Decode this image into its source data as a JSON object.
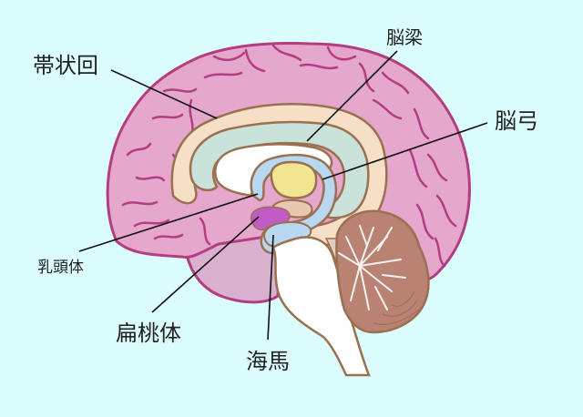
{
  "diagram": {
    "title": "",
    "type": "anatomical-illustration",
    "subject": "sagittal section of human brain (limbic system)",
    "background_color": "#dcfdfd",
    "colors": {
      "cerebrum_fill": "#e6a7cc",
      "cerebrum_stroke": "#b33d83",
      "temporal_fill": "#dab0cf",
      "cingulate_fill": "#f5dfc7",
      "region_stroke": "#9a7050",
      "corpus_callosum_fill": "#c9e3da",
      "fornix_fill": "#b8d8f2",
      "thalamus_fill": "#f2e592",
      "amygdala_fill": "#c05cc4",
      "cerebellum_fill": "#b98272",
      "brainstem_fill": "#ffffff",
      "leader_line": "#111111"
    },
    "labels": [
      {
        "id": "cingulate-gyrus",
        "text": "帯状回"
      },
      {
        "id": "corpus-callosum",
        "text": "脳梁"
      },
      {
        "id": "fornix",
        "text": "脳弓"
      },
      {
        "id": "mammillary-body",
        "text": "乳頭体"
      },
      {
        "id": "amygdala",
        "text": "扁桃体"
      },
      {
        "id": "hippocampus",
        "text": "海馬"
      }
    ]
  }
}
